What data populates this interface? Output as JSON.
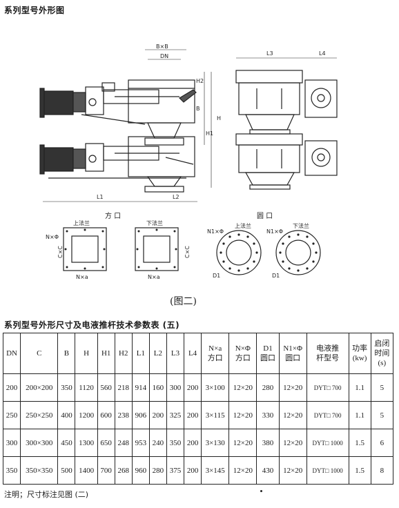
{
  "title_drawing": "系列型号外形图",
  "drawing": {
    "labels": {
      "bn": "B×B",
      "dn": "DN",
      "h2": "H2",
      "b": "B",
      "h1": "H1",
      "h": "H",
      "l1": "L1",
      "l2": "L2",
      "l3": "L3",
      "l4": "L4",
      "square_label": "方  口",
      "round_label": "圆  口",
      "upper_flange": "上法兰",
      "lower_flange": "下法兰",
      "n_phi": "N×Φ",
      "n1_phi": "N1×Φ",
      "c_c": "C×C",
      "n_a": "N×a",
      "d1": "D1"
    },
    "caption": "(图二)"
  },
  "title_table": "系列型号外形尺寸及电液推杆技术参数表 (五)",
  "table": {
    "headers": [
      [
        "DN"
      ],
      [
        "C"
      ],
      [
        "B"
      ],
      [
        "H"
      ],
      [
        "H1"
      ],
      [
        "H2"
      ],
      [
        "L1"
      ],
      [
        "L2"
      ],
      [
        "L3"
      ],
      [
        "L4"
      ],
      [
        "N×a",
        "方口"
      ],
      [
        "N×Φ",
        "方口"
      ],
      [
        "D1",
        "圆口"
      ],
      [
        "N1×Φ",
        "圆口"
      ],
      [
        "电液推",
        "杆型号"
      ],
      [
        "功率",
        "(kw)"
      ],
      [
        "启闭",
        "时间",
        "(s)"
      ]
    ],
    "rows": [
      [
        "200",
        "200×200",
        "350",
        "1120",
        "560",
        "218",
        "914",
        "160",
        "300",
        "200",
        "3×100",
        "12×20",
        "280",
        "12×20",
        "DYT□ 700",
        "1.1",
        "5"
      ],
      [
        "250",
        "250×250",
        "400",
        "1200",
        "600",
        "238",
        "906",
        "200",
        "325",
        "200",
        "3×115",
        "12×20",
        "330",
        "12×20",
        "DYT□ 700",
        "1.1",
        "5"
      ],
      [
        "300",
        "300×300",
        "450",
        "1300",
        "650",
        "248",
        "953",
        "240",
        "350",
        "200",
        "3×130",
        "12×20",
        "380",
        "12×20",
        "DYT□ 1000",
        "1.5",
        "6"
      ],
      [
        "350",
        "350×350",
        "500",
        "1400",
        "700",
        "268",
        "960",
        "280",
        "375",
        "200",
        "3×145",
        "12×20",
        "430",
        "12×20",
        "DYT□ 1000",
        "1.5",
        "8"
      ]
    ]
  },
  "note": "注明；尺寸标注见图 (二)"
}
